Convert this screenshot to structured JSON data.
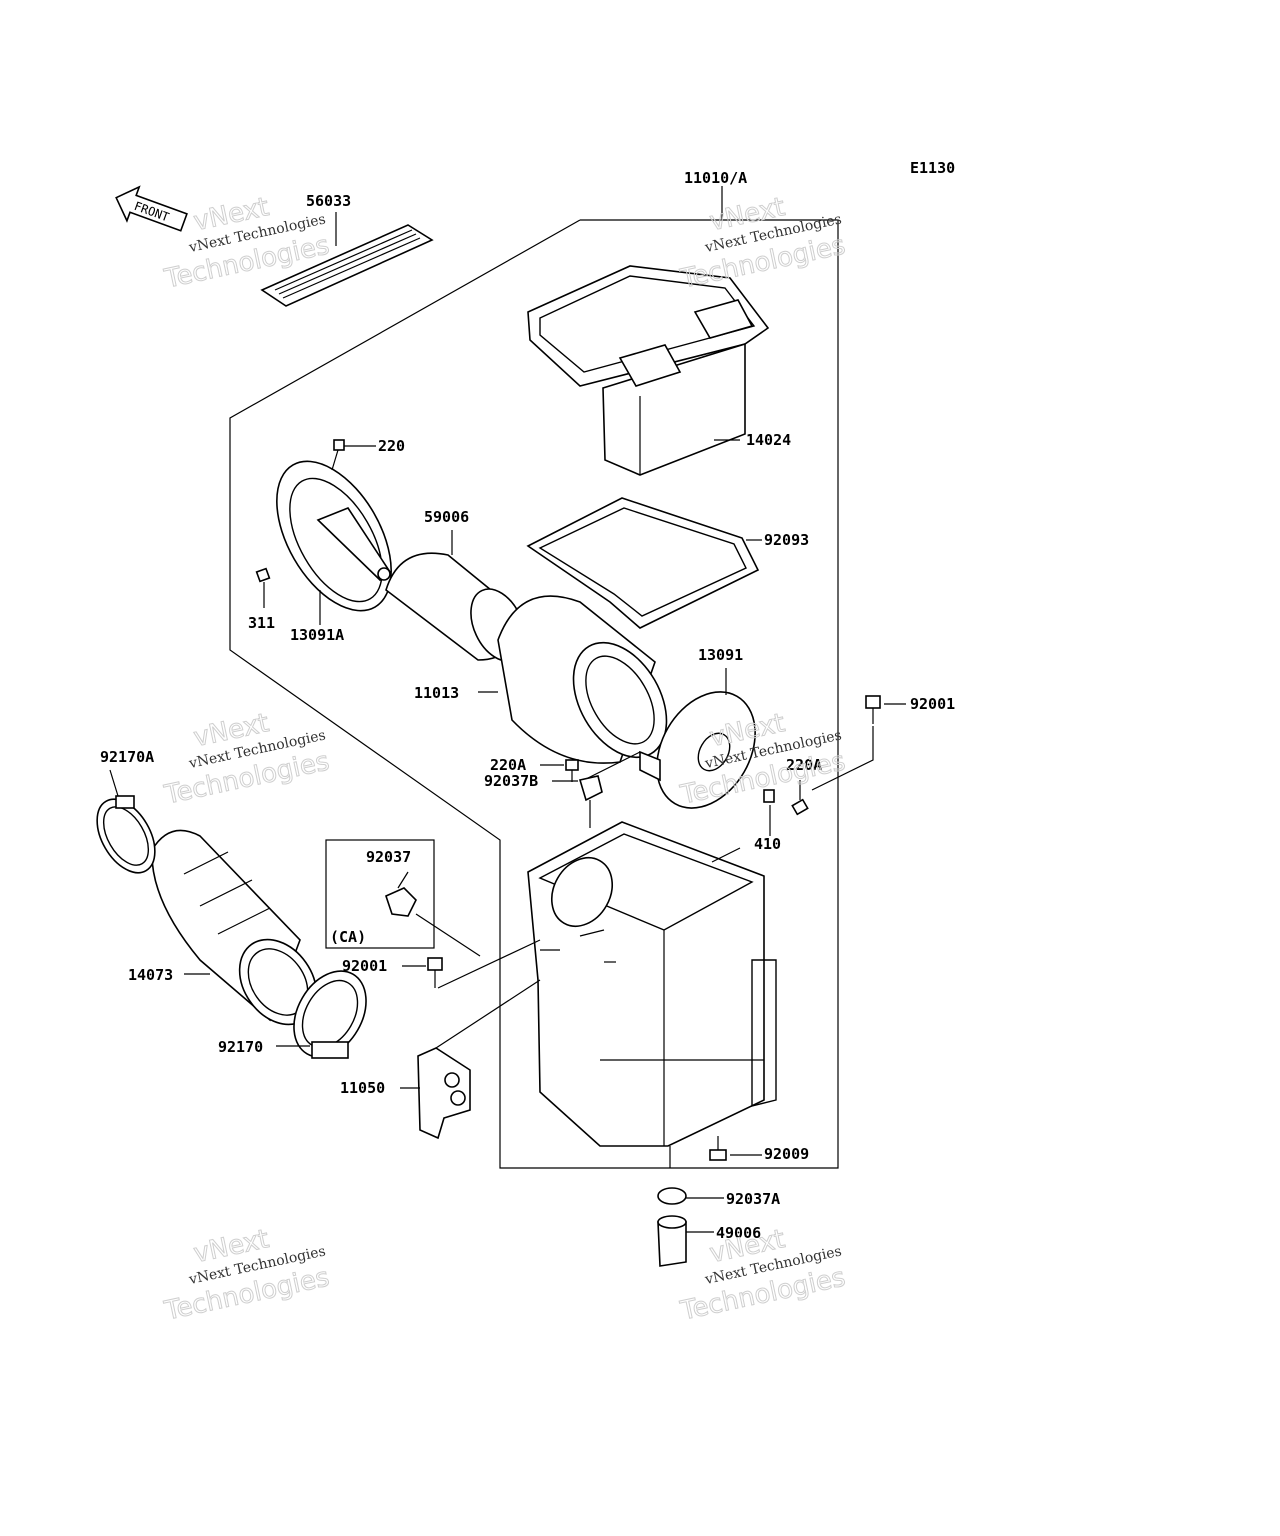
{
  "code": "E1130",
  "front_label": "FRONT",
  "callouts": {
    "c11010A": "11010/A",
    "c56033": "56033",
    "c14024": "14024",
    "c220": "220",
    "c59006": "59006",
    "c92093": "92093",
    "c311": "311",
    "c13091A": "13091A",
    "c13091": "13091",
    "c11013": "11013",
    "c92001a": "92001",
    "c220A": "220A",
    "c220Ab": "220A",
    "c92037B": "92037B",
    "c410": "410",
    "c92170A": "92170A",
    "c92037": "92037",
    "cCA": "(CA)",
    "c92001b": "92001",
    "c14073": "14073",
    "c92170": "92170",
    "c11050": "11050",
    "c92009": "92009",
    "c92037A": "92037A",
    "c49006": "49006"
  },
  "watermark": {
    "line1": "vNext",
    "line2": "vNext Technologies",
    "line3": "Technologies"
  }
}
